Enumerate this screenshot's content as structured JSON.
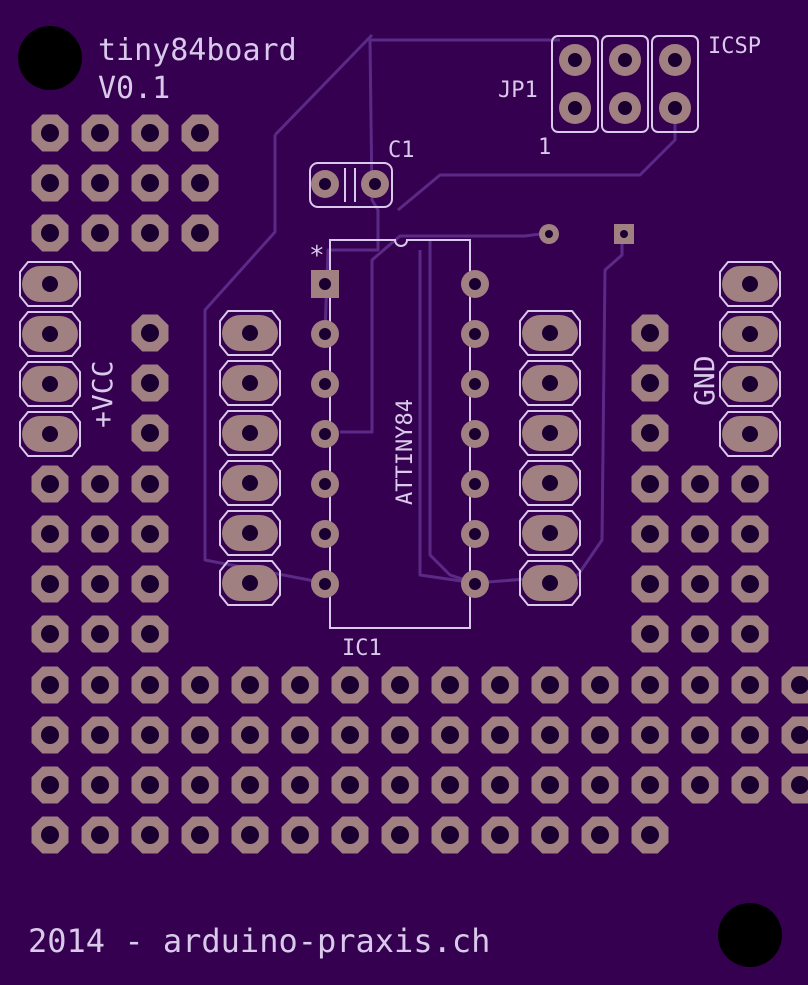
{
  "colors": {
    "board": "#34004f",
    "pad": "#a08080",
    "hole": "#1a0030",
    "silk": "#d9c9ea",
    "trace": "#5a2a86",
    "mount": "#000000"
  },
  "labels": {
    "board_name": "tiny84board",
    "version": "V0.1",
    "jp1": "JP1",
    "icsp": "ICSP",
    "pin_one": "1",
    "c1": "C1",
    "ic1": "IC1",
    "chip": "ATTINY84",
    "vcc": "+VCC",
    "gnd": "GND",
    "footer": "2014 - arduino-praxis.ch",
    "pin1_marker": "*"
  }
}
